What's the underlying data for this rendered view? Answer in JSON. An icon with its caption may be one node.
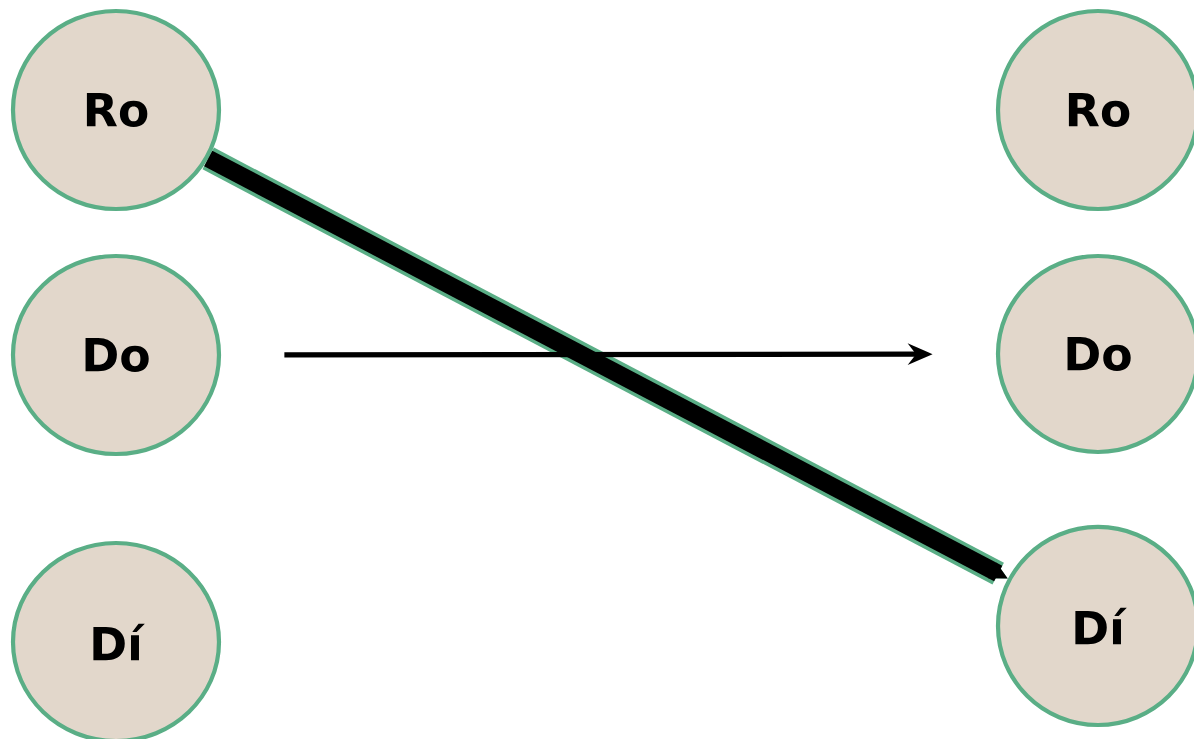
{
  "diagram": {
    "nodes": [
      {
        "text": [
          "Ro"
        ]
      },
      {
        "text": [
          "Do"
        ]
      },
      {
        "text": [
          "Dí"
        ]
      },
      {
        "text": [
          "Ro"
        ]
      },
      {
        "text": [
          "Do"
        ]
      },
      {
        "text": [
          "Dí"
        ]
      }
    ],
    "edges": [
      {
        "from": 0,
        "to": 5,
        "arrow": "to",
        "style": "thick"
      },
      {
        "from": 1,
        "to": 4,
        "arrow": "to",
        "color": "#000000"
      }
    ]
  }
}
